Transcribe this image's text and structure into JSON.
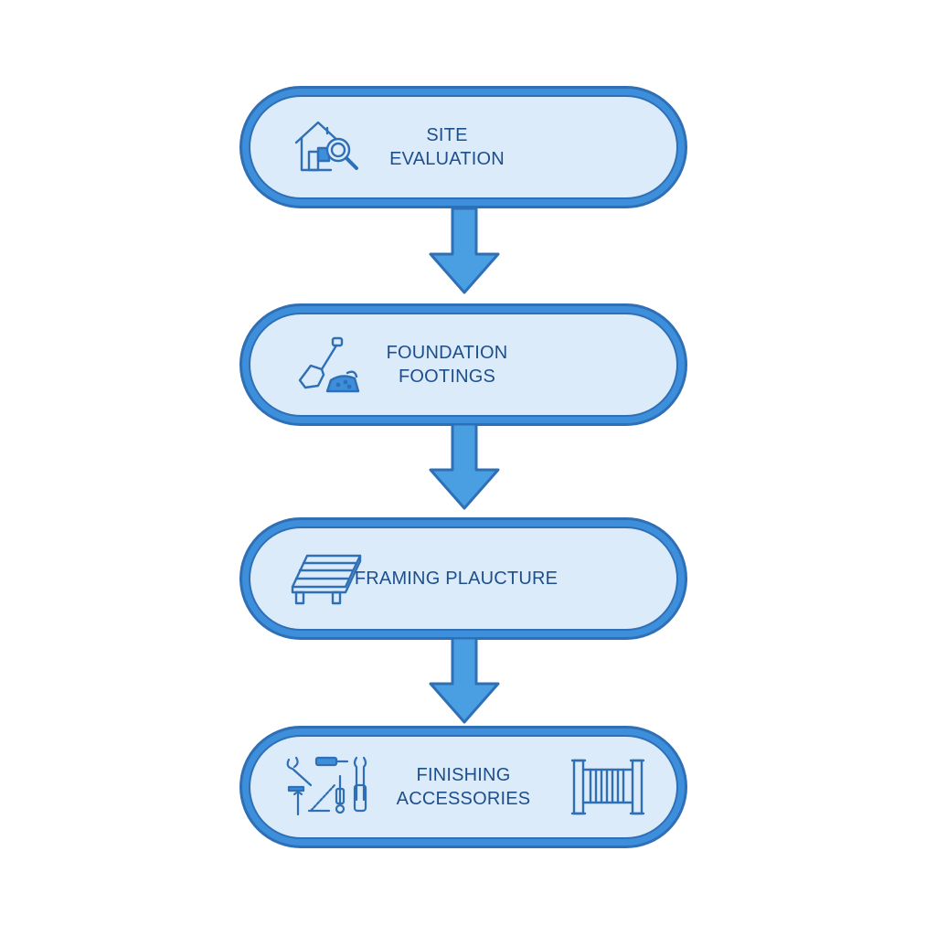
{
  "steps": [
    {
      "lines": [
        "SITE",
        "EVALUATION"
      ],
      "icon": "house-magnifier-icon"
    },
    {
      "lines": [
        "FOUNDATION",
        "FOOTINGS"
      ],
      "icon": "shovel-soil-icon"
    },
    {
      "lines": [
        "FRAMING PLAUCTURE"
      ],
      "icon": "deck-frame-icon"
    },
    {
      "lines": [
        "FINISHING",
        "ACCESSORIES"
      ],
      "icons": [
        "tools-icon",
        "railing-icon"
      ]
    }
  ],
  "colors": {
    "outline": "#2f6fb5",
    "rim": "#3d8fdc",
    "fill": "#dcebfa",
    "text": "#1d4f8c",
    "arrow": "#4a9fe3"
  }
}
